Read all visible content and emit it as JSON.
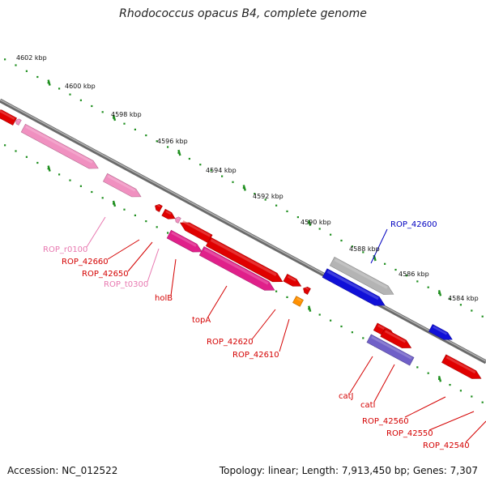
{
  "title": "Rhodococcus opacus B4, complete genome",
  "footer": {
    "accession": "Accession: NC_012522",
    "summary": "Topology: linear; Length: 7,913,450 bp; Genes: 7,307"
  },
  "colors": {
    "background": "#ffffff",
    "backbone": "#8a8a8a",
    "tick": "#1f8f1f",
    "gene_red": "#e00000",
    "rna_pink": "#f090c0",
    "gene_magenta": "#e0208a",
    "gene_blue": "#1010d8",
    "gene_gray": "#b4b4b4",
    "gene_purple": "#7060c8",
    "gene_orange": "#ff9000"
  },
  "scale_labels": [
    "4602 kbp",
    "4600 kbp",
    "4598 kbp",
    "4596 kbp",
    "4594 kbp",
    "4592 kbp",
    "4590 kbp",
    "4588 kbp",
    "4586 kbp",
    "4584 kbp"
  ],
  "gene_labels": [
    {
      "name": "ROP_42600",
      "color": "#0000c0"
    },
    {
      "name": "ROP_r0100",
      "color": "#e878b0"
    },
    {
      "name": "ROP_42660",
      "color": "#d40000"
    },
    {
      "name": "ROP_42650",
      "color": "#d40000"
    },
    {
      "name": "ROP_t0300",
      "color": "#e878b0"
    },
    {
      "name": "holB",
      "color": "#d40000"
    },
    {
      "name": "topA",
      "color": "#d40000"
    },
    {
      "name": "ROP_42620",
      "color": "#d40000"
    },
    {
      "name": "ROP_42610",
      "color": "#d40000"
    },
    {
      "name": "catJ",
      "color": "#d40000"
    },
    {
      "name": "catI",
      "color": "#d40000"
    },
    {
      "name": "ROP_42560",
      "color": "#d40000"
    },
    {
      "name": "ROP_42550",
      "color": "#d40000"
    },
    {
      "name": "ROP_42540",
      "color": "#d40000"
    }
  ]
}
